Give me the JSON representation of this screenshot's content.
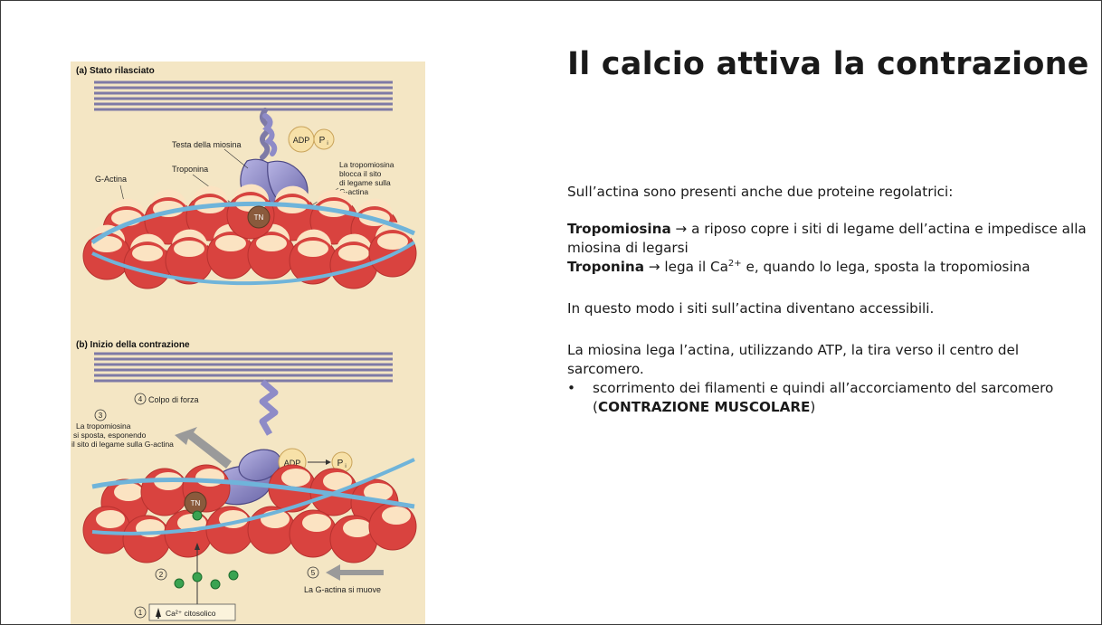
{
  "slide": {
    "title": "Il calcio attiva la contrazione",
    "intro": "Sull’actina sono presenti anche due proteine regolatrici:",
    "tropomiosina_term": "Tropomiosina",
    "tropomiosina_text": " → a riposo copre i siti di legame dell’actina e impedisce alla miosina di legarsi",
    "troponina_term": "Troponina",
    "troponina_text_a": " → lega il Ca",
    "troponina_sup": "2+",
    "troponina_text_b": " e, quando lo lega, sposta la tropomiosina",
    "accessible": "In questo modo i siti sull’actina diventano accessibili.",
    "miosina": "La miosina lega l’actina, utilizzando ATP, la tira verso il centro del sarcomero.",
    "bullet_marker": "•",
    "bullet_text": "scorrimento dei filamenti e quindi all’accorciamento del sarcomero (",
    "bullet_bold": "CONTRAZIONE MUSCOLARE",
    "bullet_end": ")"
  },
  "figure": {
    "panel_a": {
      "title": "(a) Stato rilasciato",
      "myosin_head": "Testa della miosina",
      "adp": "ADP",
      "pi": "P",
      "pi_sub": "i",
      "g_actin": "G-Actina",
      "troponin": "Troponina",
      "tropo_line1": "La tropomiosina",
      "tropo_line2": "blocca il sito",
      "tropo_line3": "di legame sulla",
      "tropo_line4": "G-actina",
      "tn": "TN"
    },
    "panel_b": {
      "title": "(b) Inizio della contrazione",
      "step4_num": "4",
      "step4": "Colpo di forza",
      "step3_num": "3",
      "step3_line1": "La tropomiosina",
      "step3_line2": "si sposta, esponendo",
      "step3_line3": "il sito di legame sulla G-actina",
      "adp": "ADP",
      "pi": "P",
      "pi_sub": "i",
      "tn": "TN",
      "step2_num": "2",
      "step5_num": "5",
      "step5": "La G-actina si muove",
      "step1_num": "1",
      "step1": "Ca²⁺ citosolico"
    }
  },
  "colors": {
    "background": "#ffffff",
    "figure_bg": "#f4e6c4",
    "filament": "#7e7aa6",
    "actin_red": "#d9433f",
    "actin_cream": "#fbe3c2",
    "tropomyosin_blue": "#6fb4da",
    "troponin_brown": "#8a5a3c",
    "myosin_purple": "#8e8bc7",
    "adp_cream": "#f7e1a8",
    "calcium_green": "#3aa351"
  }
}
